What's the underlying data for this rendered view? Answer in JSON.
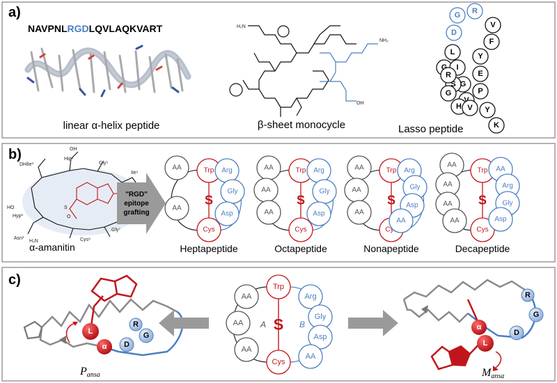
{
  "colors": {
    "red": "#c0161b",
    "blue": "#4a7fc1",
    "gray": "#888888",
    "arrow": "#9a9a9a"
  },
  "panel_a": {
    "label": "a)",
    "sequence_start": "NAVPNL",
    "sequence_motif": "RGD",
    "sequence_end": "LQVLAQKVART",
    "cap_helix": "linear α-helix peptide",
    "cap_sheet": "β-sheet monocycle",
    "cap_lasso": "Lasso peptide",
    "lasso_blue": [
      "G",
      "R",
      "D"
    ],
    "lasso_black": [
      "V",
      "F",
      "Y",
      "E",
      "P",
      "V",
      "Y",
      "K",
      "L",
      "G",
      "I",
      "G",
      "S",
      "R",
      "G",
      "H",
      "V"
    ]
  },
  "panel_b": {
    "label": "b)",
    "arrow_text_1": "\"RGD\"",
    "arrow_text_2": "epitope",
    "arrow_text_3": "grafting",
    "amanitin_caption": "α-amanitin",
    "amanitin_labels": [
      "DHIle³",
      "Hyp²",
      "Asn¹",
      "Hip⁴",
      "Gly⁵",
      "Ile⁶",
      "Gly⁷",
      "Cys⁸",
      "OH",
      "HO",
      "H₂N",
      "S",
      "O",
      "OH"
    ],
    "captions": [
      "Heptapeptide",
      "Octapeptide",
      "Nonapeptide",
      "Decapeptide"
    ],
    "trp": "Trp",
    "cys": "Cys",
    "s": "S",
    "aa": "AA",
    "arg": "Arg",
    "gly": "Gly",
    "asp": "Asp"
  },
  "panel_c": {
    "label": "c)",
    "center": {
      "trp": "Trp",
      "cys": "Cys",
      "s": "S",
      "arg": "Arg",
      "gly": "Gly",
      "asp": "Asp",
      "aa": "AA",
      "side_a": "A",
      "side_b": "B"
    },
    "left": {
      "L": "L",
      "alpha": "α",
      "R": "R",
      "G": "G",
      "D": "D",
      "label": "P",
      "sub": "ansa"
    },
    "right": {
      "L": "L",
      "alpha": "α",
      "R": "R",
      "G": "G",
      "D": "D",
      "label": "M",
      "sub": "ansa"
    }
  }
}
